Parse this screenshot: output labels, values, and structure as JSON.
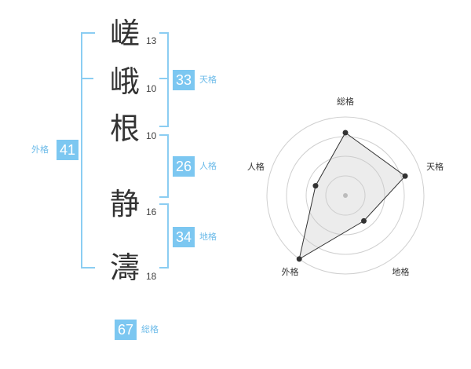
{
  "name_chars": [
    {
      "char": "嵯",
      "strokes": "13"
    },
    {
      "char": "峨",
      "strokes": "10"
    },
    {
      "char": "根",
      "strokes": "10"
    },
    {
      "char": "静",
      "strokes": "16"
    },
    {
      "char": "濤",
      "strokes": "18"
    }
  ],
  "kakusu": {
    "tenkaku": {
      "value": "33",
      "label": "天格"
    },
    "jinkaku": {
      "value": "26",
      "label": "人格"
    },
    "chikaku": {
      "value": "34",
      "label": "地格"
    },
    "gaikaku": {
      "value": "41",
      "label": "外格"
    },
    "soukaku": {
      "value": "67",
      "label": "総格"
    }
  },
  "chart_data": {
    "type": "radar",
    "axes": [
      "総格",
      "天格",
      "地格",
      "外格",
      "人格"
    ],
    "values": [
      4,
      4,
      2,
      5,
      2
    ],
    "max": 5,
    "rings": 4
  }
}
